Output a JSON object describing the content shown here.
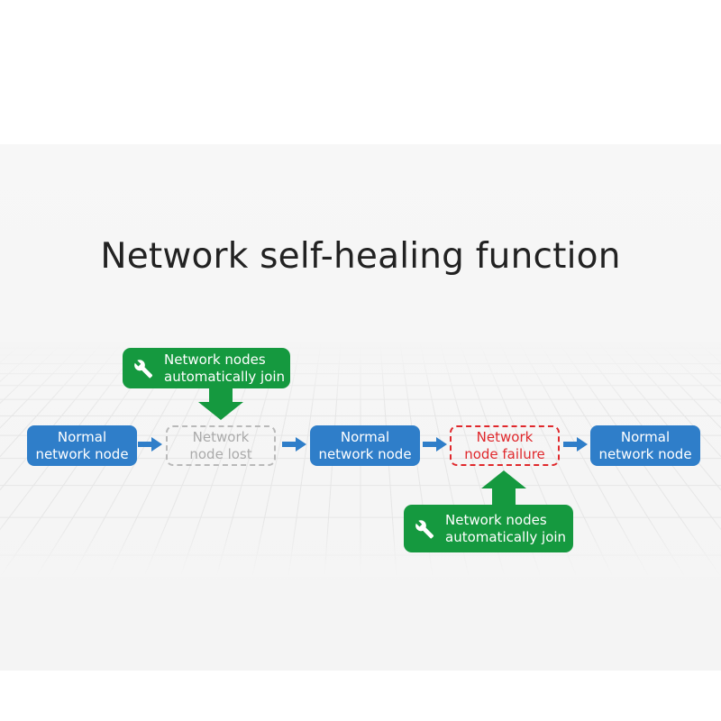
{
  "title": "Network self-healing function",
  "nodes": {
    "n1": {
      "line1": "Normal",
      "line2": "network node"
    },
    "n2": {
      "line1": "Network",
      "line2": "node lost"
    },
    "n3": {
      "line1": "Normal",
      "line2": "network node"
    },
    "n4": {
      "line1": "Network",
      "line2": "node failure"
    },
    "n5": {
      "line1": "Normal",
      "line2": "network node"
    }
  },
  "callouts": {
    "top": {
      "line1": "Network nodes",
      "line2": "automatically join",
      "icon": "wrench-icon"
    },
    "bottom": {
      "line1": "Network nodes",
      "line2": "automatically join",
      "icon": "wrench-icon"
    }
  },
  "colors": {
    "normal": "#2f7ec9",
    "failure": "#e0282c",
    "lost": "#b9b9b9",
    "callout": "#15993f",
    "arrow": "#2f7ec9"
  }
}
